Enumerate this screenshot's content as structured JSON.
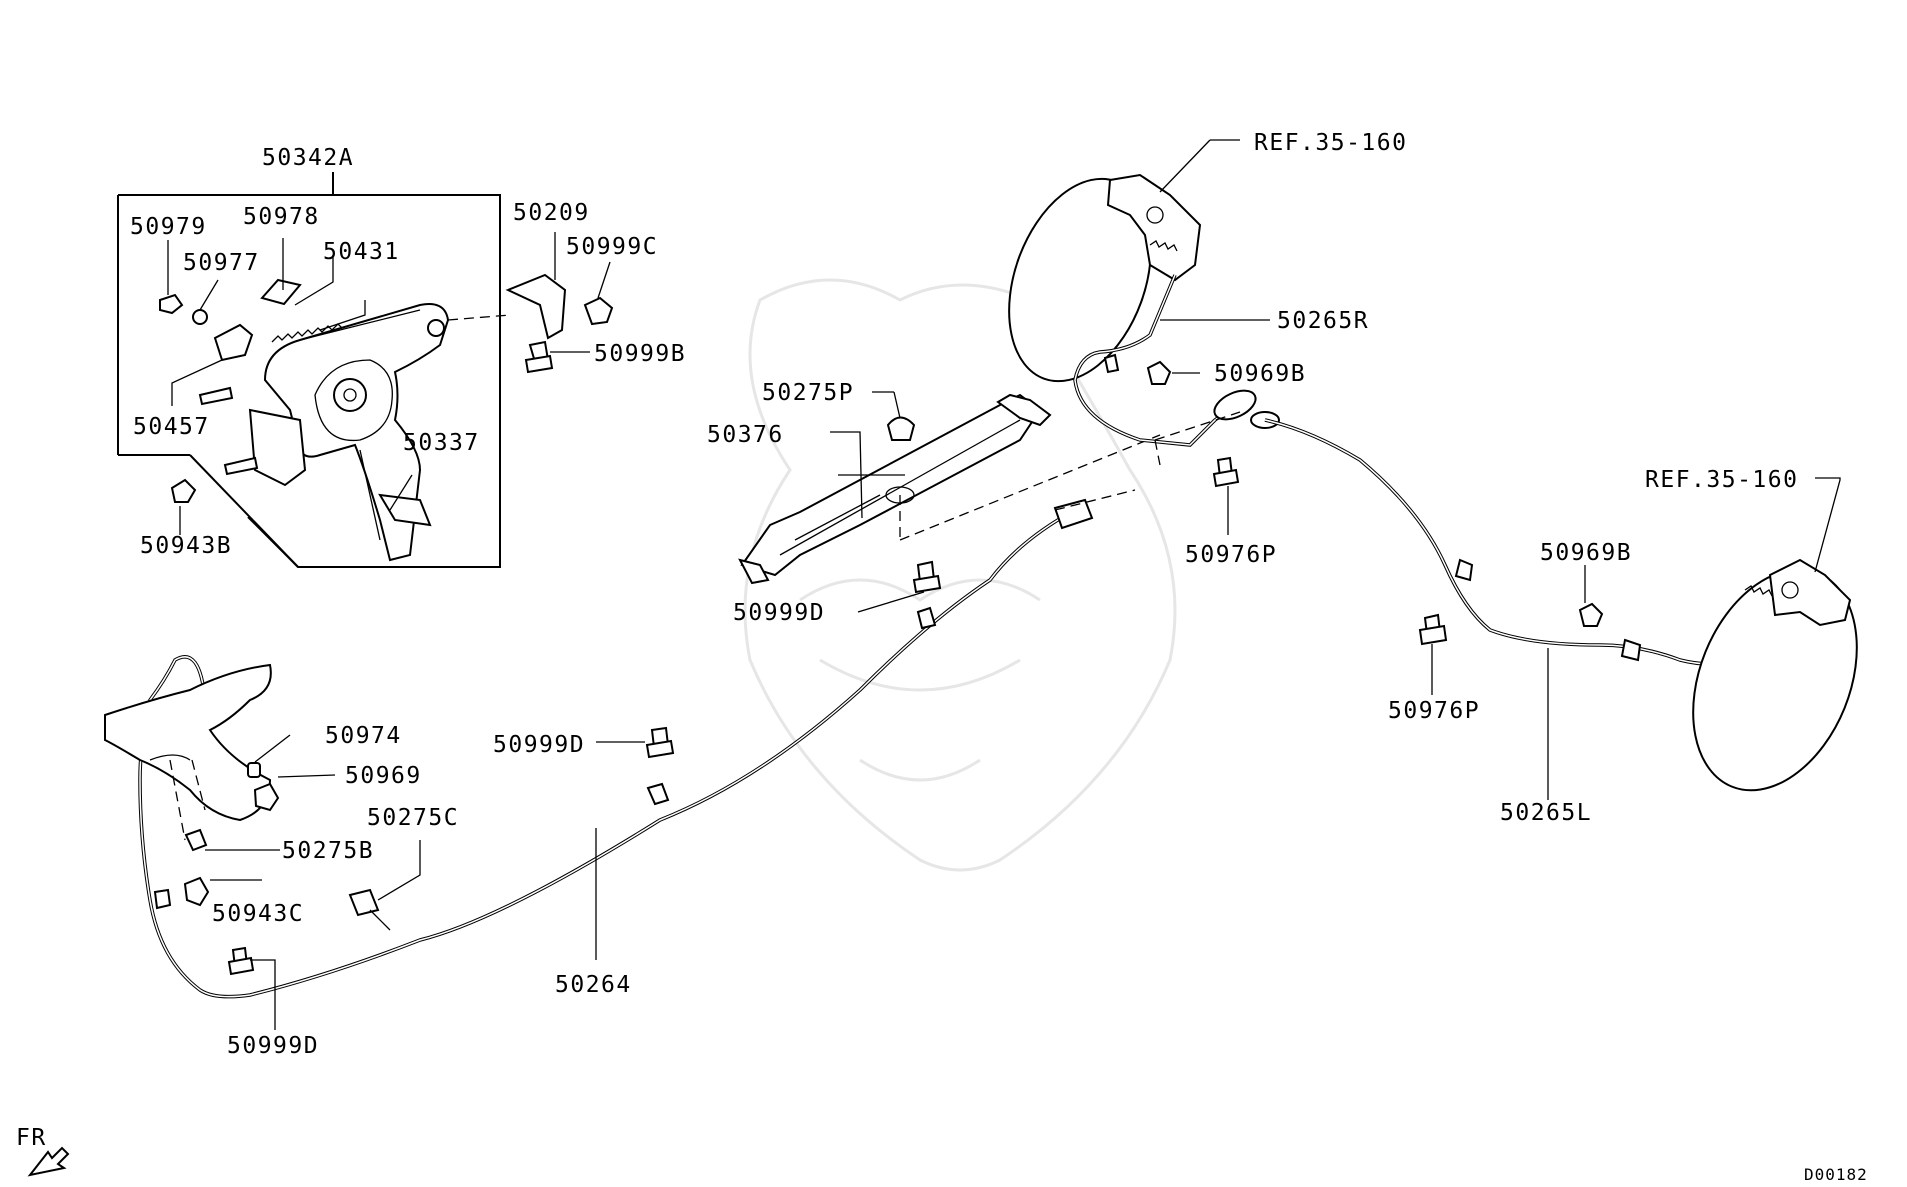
{
  "diagram": {
    "code": "D00182",
    "front_marker": "FR",
    "callouts": [
      {
        "id": "lever-assy",
        "text": "50342A"
      },
      {
        "id": "bolt-a",
        "text": "50979"
      },
      {
        "id": "grip",
        "text": "50978"
      },
      {
        "id": "nut-a",
        "text": "50977"
      },
      {
        "id": "spring",
        "text": "50431"
      },
      {
        "id": "switch",
        "text": "50457"
      },
      {
        "id": "bracket-b",
        "text": "50337"
      },
      {
        "id": "nut-b",
        "text": "50943B"
      },
      {
        "id": "bracket-a",
        "text": "50209"
      },
      {
        "id": "nut-c",
        "text": "50999C"
      },
      {
        "id": "bolt-b",
        "text": "50999B"
      },
      {
        "id": "clip-p",
        "text": "50275P"
      },
      {
        "id": "cover",
        "text": "50376"
      },
      {
        "id": "bolt-d1",
        "text": "50999D"
      },
      {
        "id": "ref-right",
        "text": "REF.35-160"
      },
      {
        "id": "cable-r",
        "text": "50265R"
      },
      {
        "id": "nut-69b-1",
        "text": "50969B"
      },
      {
        "id": "bolt-76p-1",
        "text": "50976P"
      },
      {
        "id": "ref-left",
        "text": "REF.35-160"
      },
      {
        "id": "nut-69b-2",
        "text": "50969B"
      },
      {
        "id": "bolt-76p-2",
        "text": "50976P"
      },
      {
        "id": "cable-l",
        "text": "50265L"
      },
      {
        "id": "clip-74",
        "text": "50974"
      },
      {
        "id": "nut-69",
        "text": "50969"
      },
      {
        "id": "clip-75b",
        "text": "50275B"
      },
      {
        "id": "clip-75c",
        "text": "50275C"
      },
      {
        "id": "nut-43c",
        "text": "50943C"
      },
      {
        "id": "bolt-d3",
        "text": "50999D"
      },
      {
        "id": "bolt-d2",
        "text": "50999D"
      },
      {
        "id": "cable-front",
        "text": "50264"
      }
    ]
  }
}
